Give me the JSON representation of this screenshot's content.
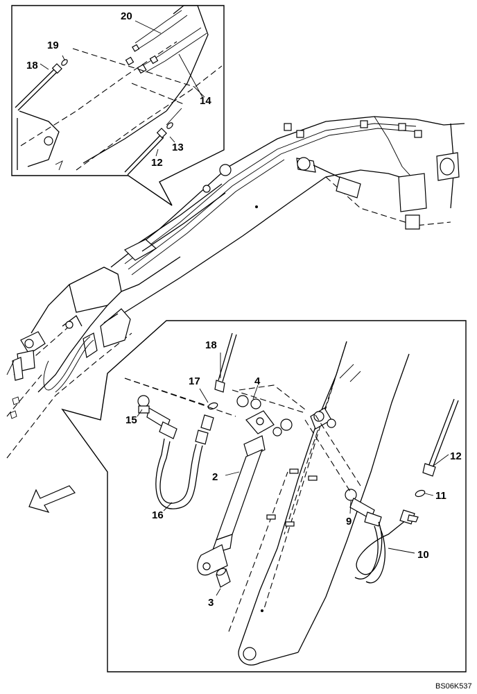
{
  "figure_code": "BS06K537",
  "callouts": {
    "c20": "20",
    "c19": "19",
    "c18_top": "18",
    "c14": "14",
    "c13": "13",
    "c12_top": "12",
    "c18_bottom": "18",
    "c4": "4",
    "c17": "17",
    "c15": "15",
    "c2": "2",
    "c16": "16",
    "c12_bottom": "12",
    "c11": "11",
    "c9": "9",
    "c10": "10",
    "c3": "3"
  }
}
